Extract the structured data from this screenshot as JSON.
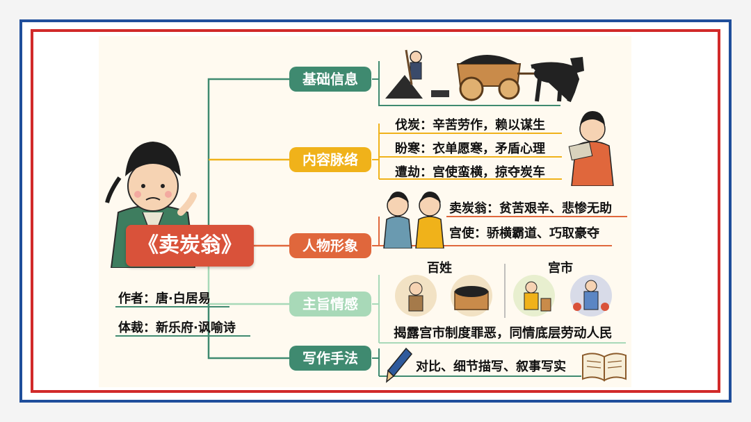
{
  "title": "《卖炭翁》",
  "author_line": "作者：唐·白居易",
  "genre_line": "体裁：新乐府·讽喻诗",
  "colors": {
    "outer_frame": "#1f4e9b",
    "inner_frame": "#d12a2a",
    "title_fill": "#d9523a",
    "node1": "#3f8a70",
    "node2": "#f0b21a",
    "node3": "#e0673c",
    "node4": "#a8d9b8",
    "node5": "#3f8a70"
  },
  "branches": [
    {
      "label": "基础信息",
      "items": []
    },
    {
      "label": "内容脉络",
      "items": [
        "伐炭：辛苦劳作，赖以谋生",
        "盼寒：衣单愿寒，矛盾心理",
        "遭劫：宫使蛮横，掠夺炭车"
      ]
    },
    {
      "label": "人物形象",
      "items": [
        "卖炭翁：贫苦艰辛、悲惨无助",
        "宫使：骄横霸道、巧取豪夺"
      ]
    },
    {
      "label": "主旨情感",
      "groups": [
        "百姓",
        "宫市"
      ],
      "items": [
        "揭露宫市制度罪恶，同情底层劳动人民"
      ]
    },
    {
      "label": "写作手法",
      "items": [
        "对比、细节描写、叙事写实"
      ]
    }
  ]
}
